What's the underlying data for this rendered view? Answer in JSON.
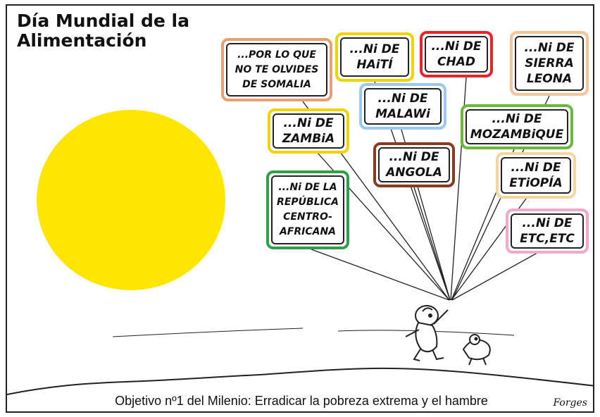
{
  "title_line1": "Día Mundial de la",
  "title_line2": "Alimentación",
  "signs": [
    {
      "id": "somalia",
      "text": "...POR LO QUE NO TE OLVIDES DE SOMALIA",
      "color": "#e8a070"
    },
    {
      "id": "haiti",
      "text": "...Ni DE HAiTÍ",
      "color": "#f0d400"
    },
    {
      "id": "chad",
      "text": "...Ni DE CHAD",
      "color": "#e8232b"
    },
    {
      "id": "sierra-leona",
      "text": "...Ni DE SIERRA LEONA",
      "color": "#f5c49a"
    },
    {
      "id": "zambia",
      "text": "...Ni DE ZAMBiA",
      "color": "#f0d400"
    },
    {
      "id": "malawi",
      "text": "...Ni DE MALAWi",
      "color": "#9cc8ee"
    },
    {
      "id": "mozambique",
      "text": "...Ni DE MOZAMBiQUE",
      "color": "#6cb83a"
    },
    {
      "id": "angola",
      "text": "...Ni DE ANGOLA",
      "color": "#8b3a22"
    },
    {
      "id": "etiopia",
      "text": "...Ni DE ETiOPÍA",
      "color": "#f5d6a0"
    },
    {
      "id": "centroafricana",
      "text": "...Ni DE LA REPÚBLICA CENTRO- AFRICANA",
      "color": "#2ea04a"
    },
    {
      "id": "etc",
      "text": "...Ni DE ETC,ETC",
      "color": "#f2a8c8"
    }
  ],
  "caption": "Objetivo nº1 del Milenio: Erradicar la pobreza extrema y el hambre",
  "signature": "Forges",
  "sun_color": "#ffe600"
}
